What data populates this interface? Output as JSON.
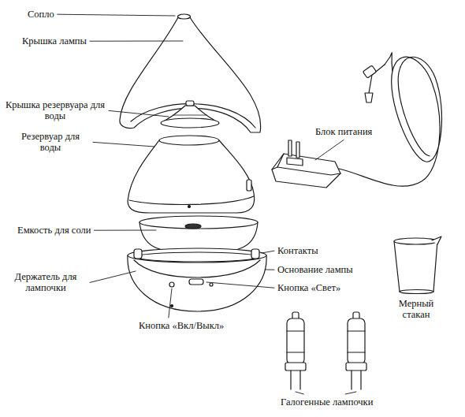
{
  "diagram": {
    "labels": [
      "Сопло",
      "Крышка лампы",
      "Крышка резервуара для воды",
      "Резервуар для воды",
      "Емкость для соли",
      "Держатель для лампочки",
      "Кнопка «Вкл/Выкл»",
      "Контакты",
      "Основание лампы",
      "Кнопка «Свет»",
      "Блок питания",
      "Мерный стакан",
      "Галогенные лампочки"
    ]
  }
}
